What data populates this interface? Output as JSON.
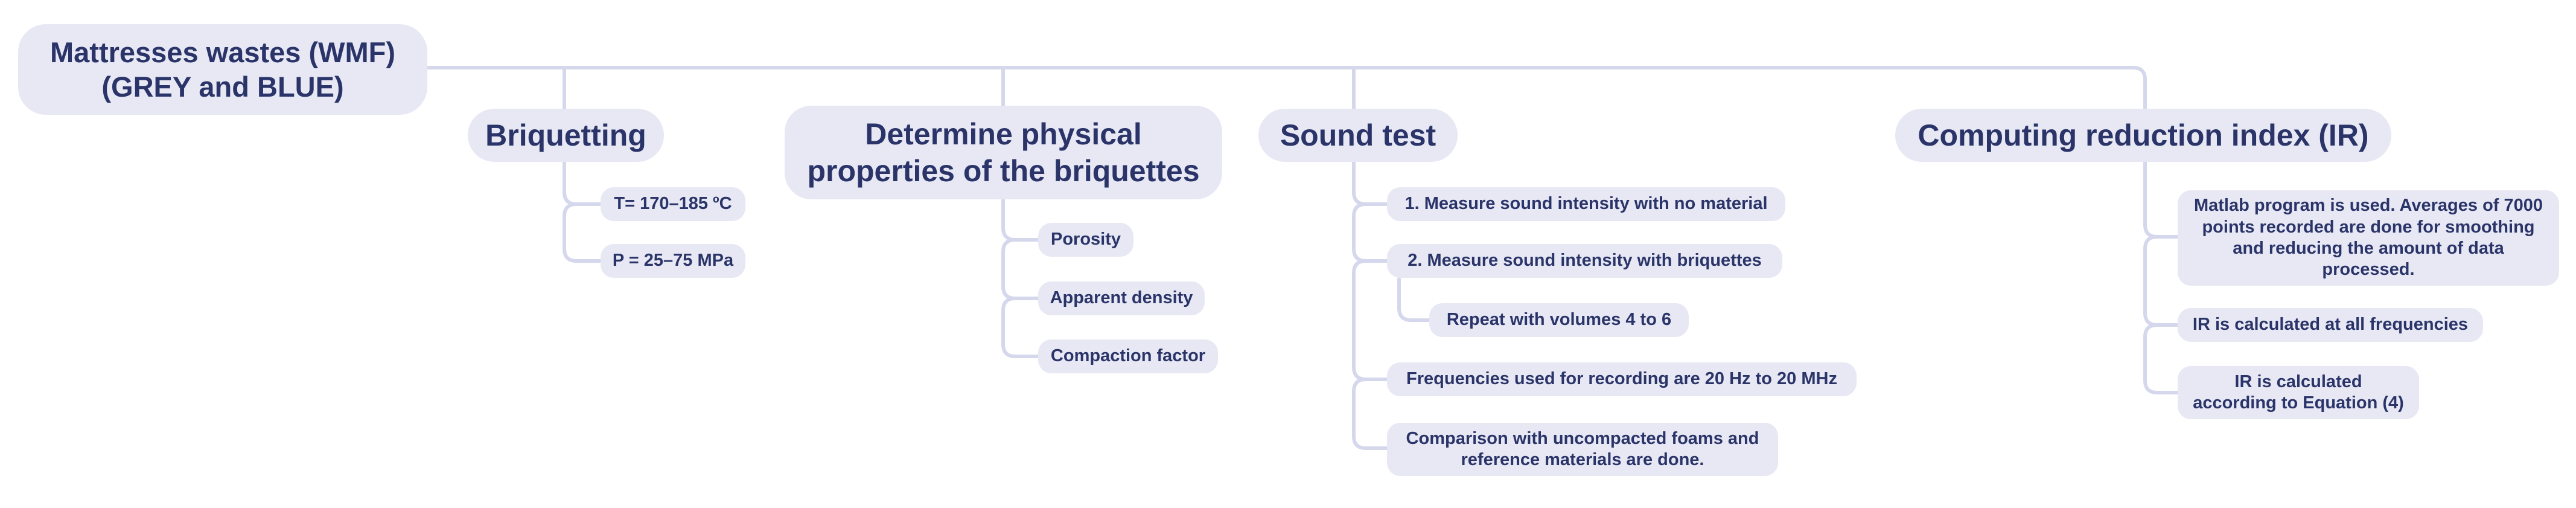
{
  "diagram": {
    "type": "mind-map",
    "colors": {
      "node_fill": "#e7e8f4",
      "text": "#2a3468",
      "connector": "#d5d8ec",
      "background": "#ffffff"
    },
    "root": {
      "label": "Mattresses wastes (WMF)\n(GREY and BLUE)"
    },
    "branches": [
      {
        "label": "Briquetting",
        "children": [
          {
            "label": "T= 170–185 ºC"
          },
          {
            "label": "P = 25–75 MPa"
          }
        ]
      },
      {
        "label": "Determine physical\nproperties of the briquettes",
        "children": [
          {
            "label": "Porosity"
          },
          {
            "label": "Apparent density"
          },
          {
            "label": "Compaction factor"
          }
        ]
      },
      {
        "label": "Sound test",
        "children": [
          {
            "label": "1. Measure sound intensity with no material"
          },
          {
            "label": "2. Measure sound intensity with briquettes"
          },
          {
            "label": "Repeat with volumes 4 to 6"
          },
          {
            "label": "Frequencies used for recording are 20 Hz to 20 MHz"
          },
          {
            "label": "Comparison with uncompacted foams and\nreference materials are done."
          }
        ]
      },
      {
        "label": "Computing reduction index (IR)",
        "children": [
          {
            "label": "Matlab program is used. Averages of 7000\npoints recorded are done for smoothing\nand reducing the amount of data\nprocessed."
          },
          {
            "label": "IR is calculated at all frequencies"
          },
          {
            "label": "IR is calculated\naccording to Equation (4)"
          }
        ]
      }
    ]
  }
}
